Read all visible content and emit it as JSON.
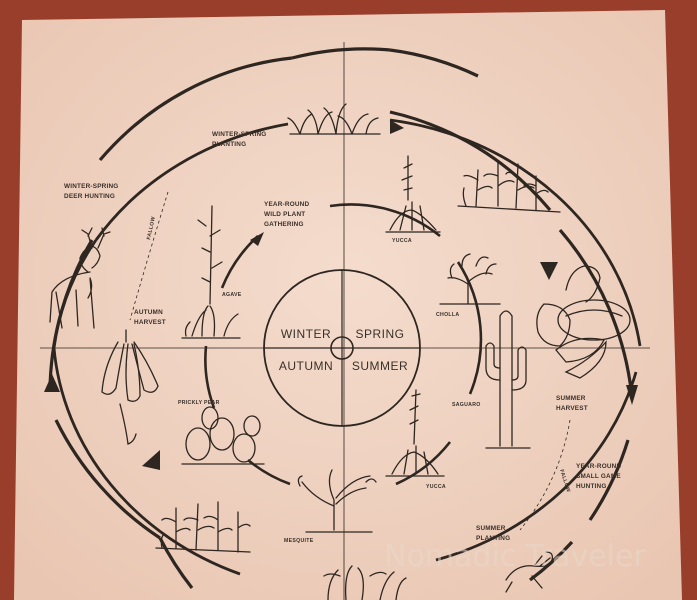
{
  "seasons": {
    "winter": "WINTER",
    "spring": "SPRING",
    "autumn": "AUTUMN",
    "summer": "SUMMER"
  },
  "activities": {
    "winter_spring_planting": [
      "WINTER-SPRING",
      "PLANTING"
    ],
    "winter_spring_deer_hunting": [
      "WINTER-SPRING",
      "DEER HUNTING"
    ],
    "year_round_wild_plant": [
      "YEAR-ROUND",
      "WILD PLANT",
      "GATHERING"
    ],
    "autumn_harvest": [
      "AUTUMN",
      "HARVEST"
    ],
    "summer_harvest": [
      "SUMMER",
      "HARVEST"
    ],
    "summer_planting": [
      "SUMMER",
      "PLANTING"
    ],
    "year_round_small_game": [
      "YEAR-ROUND",
      "SMALL GAME",
      "HUNTING"
    ],
    "fallow_left": "FALLOW",
    "fallow_right": "FALLOW"
  },
  "plants": {
    "yucca_top": "YUCCA",
    "cholla": "CHOLLA",
    "agave": "AGAVE",
    "saguaro": "SAGUARO",
    "prickly_pear": "PRICKLY PEAR",
    "yucca_bottom": "YUCCA",
    "mesquite": "MESQUITE"
  },
  "watermark": "Nomadic Traveler",
  "colors": {
    "background": "#9a3e2c",
    "board": "#f0d3c2",
    "ink": "#2e2620"
  }
}
